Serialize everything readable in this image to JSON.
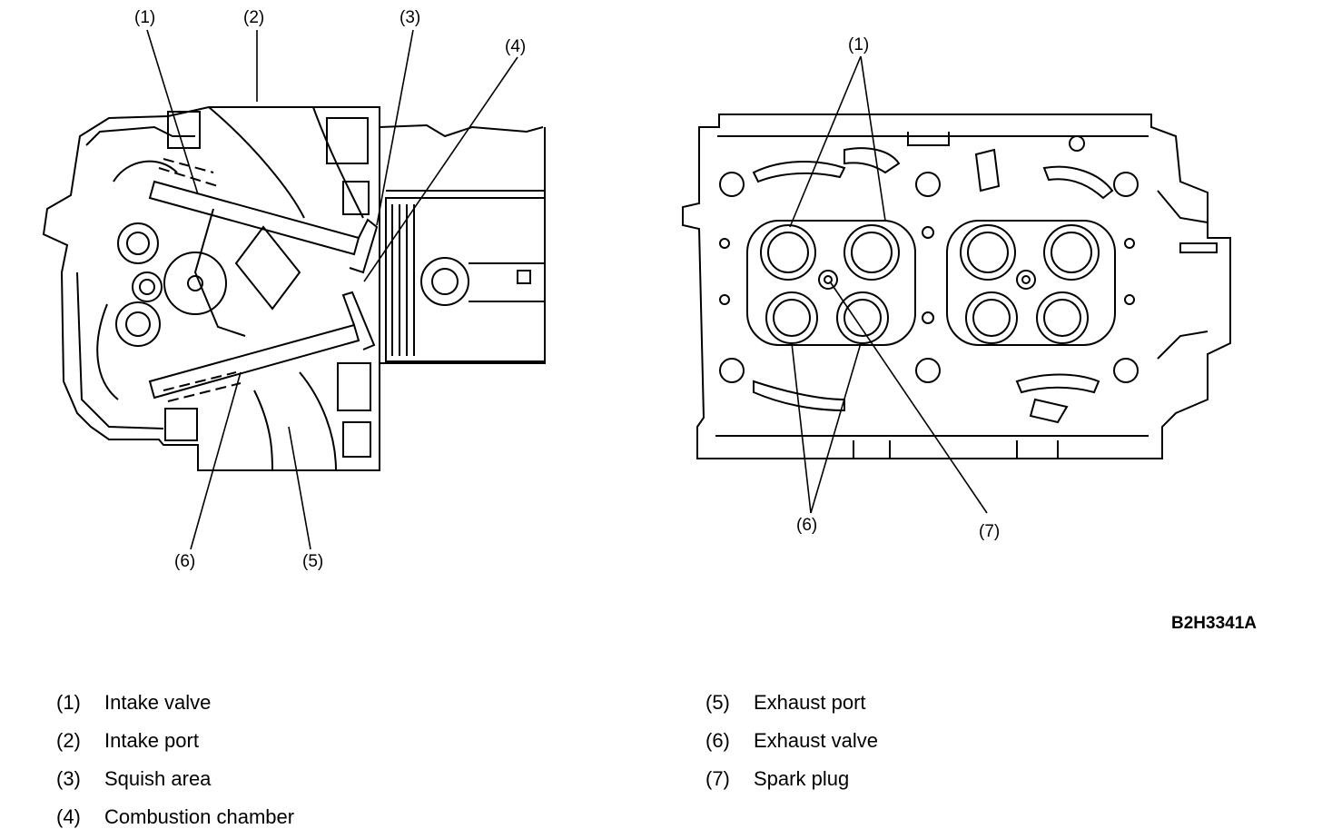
{
  "diagram": {
    "figure_code": "B2H3341A",
    "side_view_callouts": [
      "(1)",
      "(2)",
      "(3)",
      "(4)",
      "(5)",
      "(6)"
    ],
    "bottom_view_callouts": [
      "(1)",
      "(6)",
      "(7)"
    ]
  },
  "legend": [
    {
      "num": "(1)",
      "text": "Intake valve"
    },
    {
      "num": "(2)",
      "text": "Intake port"
    },
    {
      "num": "(3)",
      "text": "Squish area"
    },
    {
      "num": "(4)",
      "text": "Combustion chamber"
    },
    {
      "num": "(5)",
      "text": "Exhaust port"
    },
    {
      "num": "(6)",
      "text": "Exhaust valve"
    },
    {
      "num": "(7)",
      "text": "Spark plug"
    }
  ]
}
